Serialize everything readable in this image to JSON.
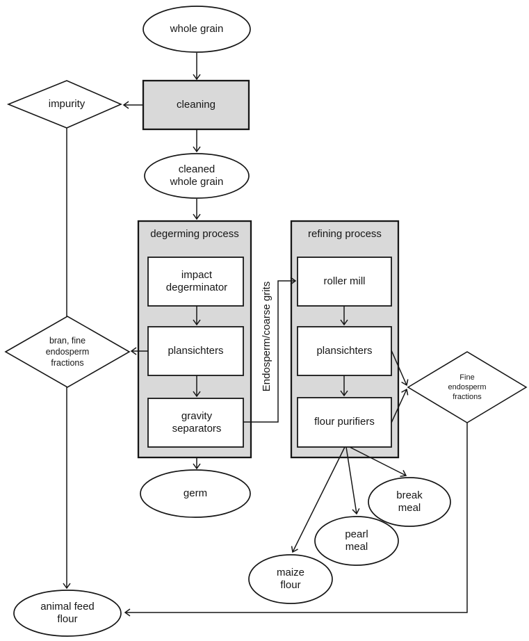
{
  "nodes": {
    "whole_grain": {
      "label": "whole grain",
      "shape": "ellipse"
    },
    "cleaning": {
      "label": "cleaning",
      "shape": "process-box"
    },
    "impurity": {
      "label": "impurity",
      "shape": "diamond"
    },
    "cleaned_whole_grain": {
      "label": "cleaned whole grain",
      "shape": "ellipse"
    },
    "impact_degerminator": {
      "label": "impact degerminator",
      "shape": "box"
    },
    "plansichters_degerming": {
      "label": "plansichters",
      "shape": "box"
    },
    "gravity_separators": {
      "label": "gravity separators",
      "shape": "box"
    },
    "germ": {
      "label": "germ",
      "shape": "ellipse"
    },
    "bran_fine_endosperm_fractions": {
      "label": "bran, fine endosperm fractions",
      "shape": "diamond"
    },
    "roller_mill": {
      "label": "roller mill",
      "shape": "box"
    },
    "plansichters_refining": {
      "label": "plansichters",
      "shape": "box"
    },
    "flour_purifiers": {
      "label": "flour purifiers",
      "shape": "box"
    },
    "fine_endosperm_fractions": {
      "label": "Fine endosperm fractions",
      "shape": "diamond"
    },
    "break_meal": {
      "label": "break meal",
      "shape": "ellipse"
    },
    "pearl_meal": {
      "label": "pearl meal",
      "shape": "ellipse"
    },
    "maize_flour": {
      "label": "maize flour",
      "shape": "ellipse"
    },
    "animal_feed_flour": {
      "label": "animal feed flour",
      "shape": "ellipse"
    }
  },
  "containers": {
    "degerming": {
      "title": "degerming process"
    },
    "refining": {
      "title": "refining process"
    }
  },
  "edge_labels": {
    "endosperm_coarse_grits": "Endosperm/coarse grits"
  },
  "colors": {
    "container_fill": "#d9d9d9",
    "node_fill": "#ffffff",
    "line": "#161616"
  }
}
